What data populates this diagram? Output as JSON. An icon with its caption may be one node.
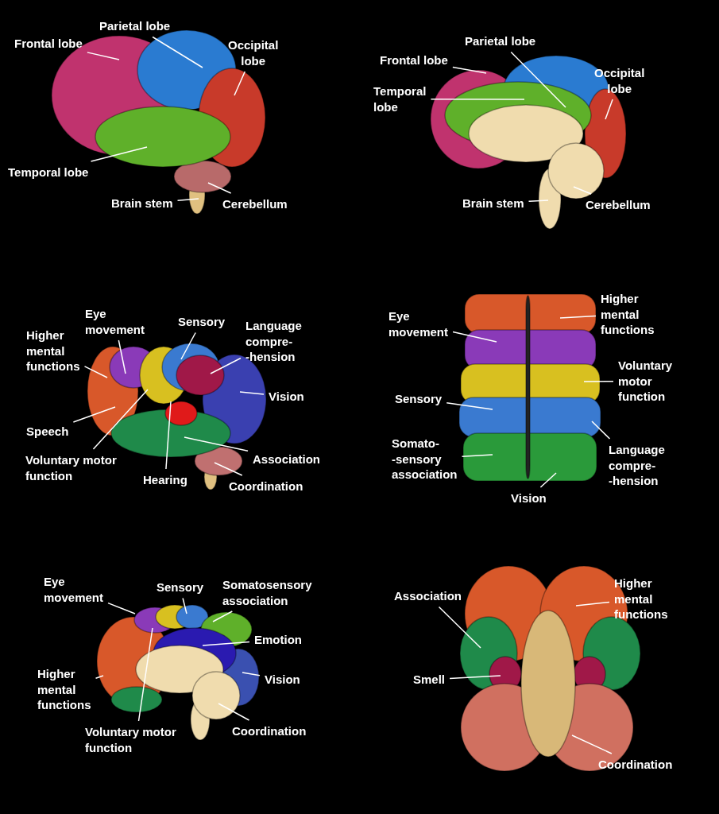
{
  "diagram": {
    "nodes": [
      {
        "text": [
          "Frontal lobe"
        ]
      },
      {
        "text": [
          "Parietal lobe"
        ]
      },
      {
        "text": [
          "Occipital lobe"
        ]
      },
      {
        "text": [
          "Temporal lobe"
        ]
      },
      {
        "text": [
          "Brain stem"
        ]
      },
      {
        "text": [
          "Cerebellum"
        ]
      },
      {
        "text": [
          "Parietal lobe"
        ]
      },
      {
        "text": [
          "Frontal lobe"
        ]
      },
      {
        "text": [
          "Temporal lobe"
        ]
      },
      {
        "text": [
          "Occipital lobe"
        ]
      },
      {
        "text": [
          "Brain stem"
        ]
      },
      {
        "text": [
          "Cerebellum"
        ]
      },
      {
        "text": [
          "Eye movement"
        ]
      },
      {
        "text": [
          "Sensory"
        ]
      },
      {
        "text": [
          "Language compre- -hension"
        ]
      },
      {
        "text": [
          "Higher mental functions"
        ]
      },
      {
        "text": [
          "Vision"
        ]
      },
      {
        "text": [
          "Speech"
        ]
      },
      {
        "text": [
          "Voluntary motor function"
        ]
      },
      {
        "text": [
          "Hearing"
        ]
      },
      {
        "text": [
          "Association"
        ]
      },
      {
        "text": [
          "Coordination"
        ]
      },
      {
        "text": [
          "Higher mental functions"
        ]
      },
      {
        "text": [
          "Eye movement"
        ]
      },
      {
        "text": [
          "Voluntary motor function"
        ]
      },
      {
        "text": [
          "Sensory"
        ]
      },
      {
        "text": [
          "Somato- -sensory association"
        ]
      },
      {
        "text": [
          "Language compre- -hension"
        ]
      },
      {
        "text": [
          "Vision"
        ]
      },
      {
        "text": [
          "Eye movement"
        ]
      },
      {
        "text": [
          "Sensory"
        ]
      },
      {
        "text": [
          "Somatosensory association"
        ]
      },
      {
        "text": [
          "Emotion"
        ]
      },
      {
        "text": [
          "Higher mental functions"
        ]
      },
      {
        "text": [
          "Vision"
        ]
      },
      {
        "text": [
          "Voluntary motor function"
        ]
      },
      {
        "text": [
          "Coordination"
        ]
      },
      {
        "text": [
          "Association"
        ]
      },
      {
        "text": [
          "Higher mental functions"
        ]
      },
      {
        "text": [
          "Smell"
        ]
      },
      {
        "text": [
          "Coordination"
        ]
      }
    ],
    "edges": [
      {
        "from": 0,
        "to": null,
        "arrow": "none"
      },
      {
        "from": 1,
        "to": null,
        "arrow": "none"
      },
      {
        "from": 2,
        "to": null,
        "arrow": "none"
      },
      {
        "from": 3,
        "to": null,
        "arrow": "none"
      },
      {
        "from": 4,
        "to": null,
        "arrow": "none"
      },
      {
        "from": 5,
        "to": null,
        "arrow": "none"
      },
      {
        "from": 6,
        "to": null,
        "arrow": "none"
      },
      {
        "from": 7,
        "to": null,
        "arrow": "none"
      },
      {
        "from": 8,
        "to": null,
        "arrow": "none"
      },
      {
        "from": 9,
        "to": null,
        "arrow": "none"
      },
      {
        "from": 10,
        "to": null,
        "arrow": "none"
      },
      {
        "from": 11,
        "to": null,
        "arrow": "none"
      },
      {
        "from": 12,
        "to": null,
        "arrow": "none"
      },
      {
        "from": 13,
        "to": null,
        "arrow": "none"
      },
      {
        "from": 14,
        "to": null,
        "arrow": "none"
      },
      {
        "from": 15,
        "to": null,
        "arrow": "none"
      },
      {
        "from": 16,
        "to": null,
        "arrow": "none"
      },
      {
        "from": 17,
        "to": null,
        "arrow": "none"
      },
      {
        "from": 18,
        "to": null,
        "arrow": "none"
      },
      {
        "from": 19,
        "to": null,
        "arrow": "none"
      },
      {
        "from": 20,
        "to": null,
        "arrow": "none"
      },
      {
        "from": 21,
        "to": null,
        "arrow": "none"
      },
      {
        "from": 22,
        "to": null,
        "arrow": "none"
      },
      {
        "from": 23,
        "to": null,
        "arrow": "none"
      },
      {
        "from": 24,
        "to": null,
        "arrow": "none"
      },
      {
        "from": 25,
        "to": null,
        "arrow": "none"
      },
      {
        "from": 26,
        "to": null,
        "arrow": "none"
      },
      {
        "from": 27,
        "to": null,
        "arrow": "none"
      },
      {
        "from": 28,
        "to": null,
        "arrow": "none"
      },
      {
        "from": 29,
        "to": null,
        "arrow": "none"
      },
      {
        "from": 30,
        "to": null,
        "arrow": "none"
      },
      {
        "from": 31,
        "to": null,
        "arrow": "none"
      },
      {
        "from": 32,
        "to": null,
        "arrow": "none"
      },
      {
        "from": 33,
        "to": null,
        "arrow": "none"
      },
      {
        "from": 34,
        "to": null,
        "arrow": "none"
      },
      {
        "from": 35,
        "to": null,
        "arrow": "none"
      },
      {
        "from": 36,
        "to": null,
        "arrow": "none"
      },
      {
        "from": 37,
        "to": null,
        "arrow": "none"
      },
      {
        "from": 38,
        "to": null,
        "arrow": "none"
      },
      {
        "from": 39,
        "to": null,
        "arrow": "none"
      },
      {
        "from": 40,
        "to": null,
        "arrow": "none"
      }
    ]
  }
}
